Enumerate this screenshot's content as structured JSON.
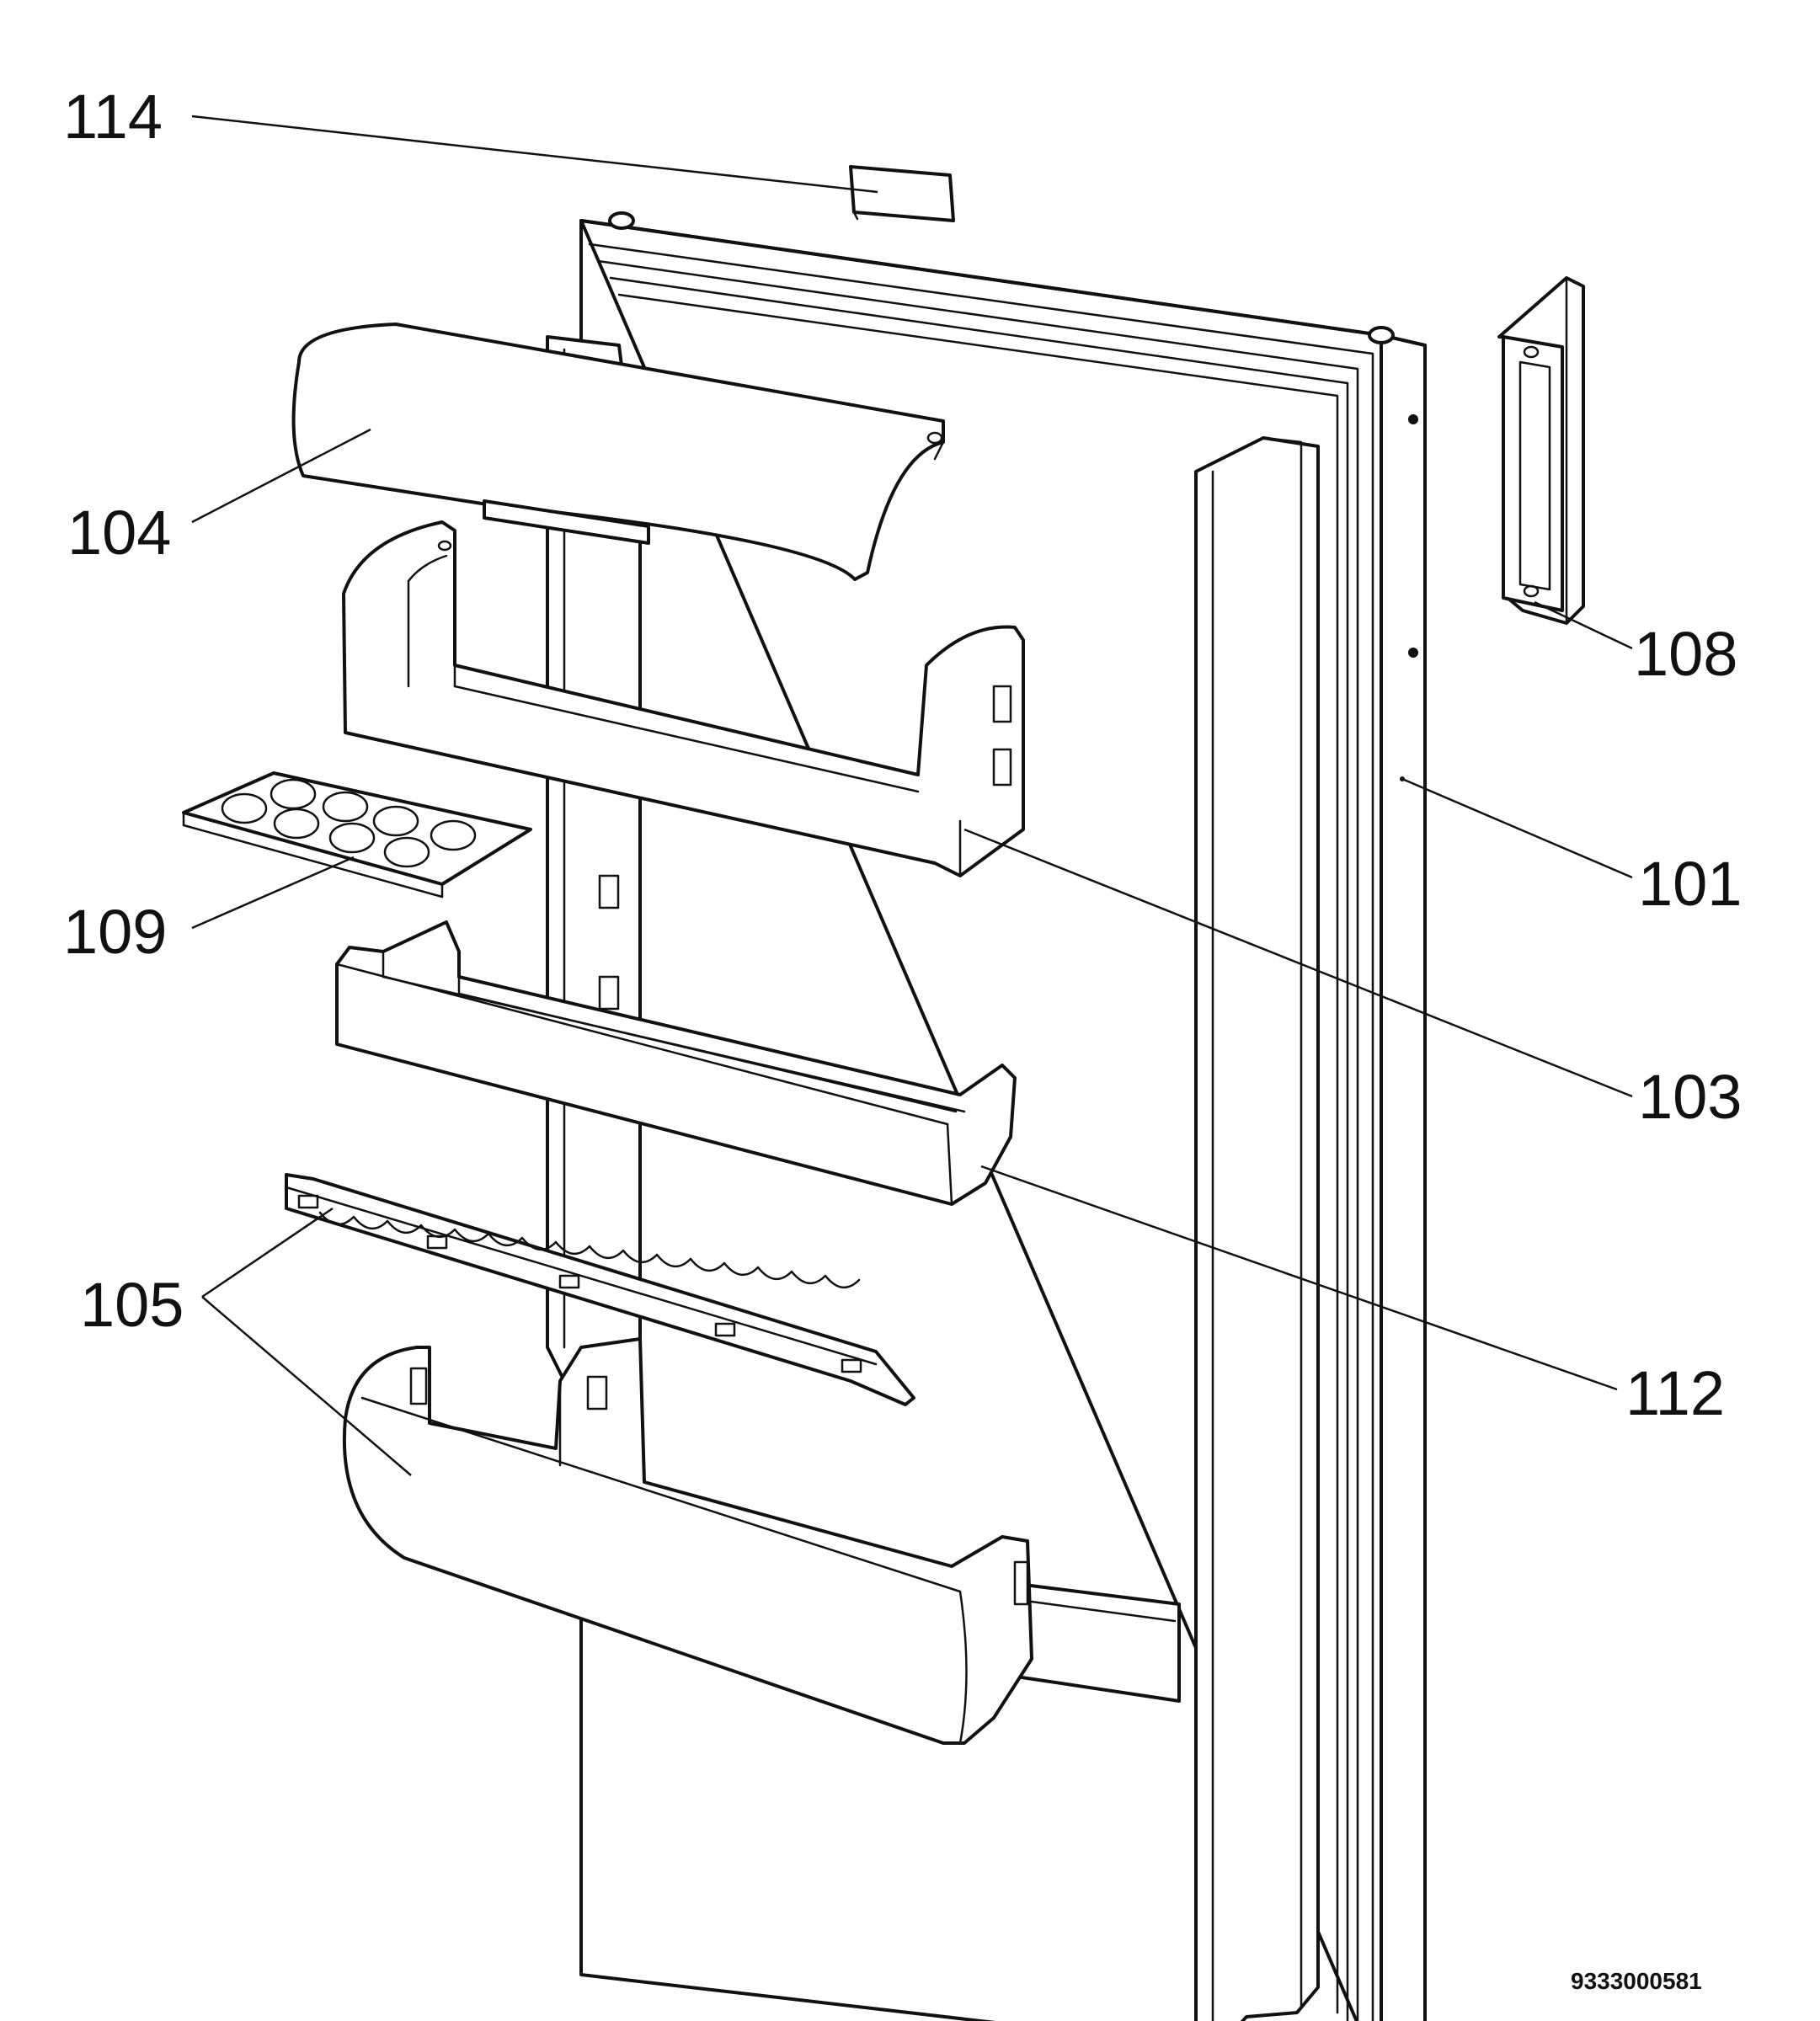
{
  "callouts": {
    "c114": "114",
    "c104": "104",
    "c108": "108",
    "c109": "109",
    "c101": "101",
    "c103": "103",
    "c105": "105",
    "c112": "112"
  },
  "drawing_number": "9333000581"
}
